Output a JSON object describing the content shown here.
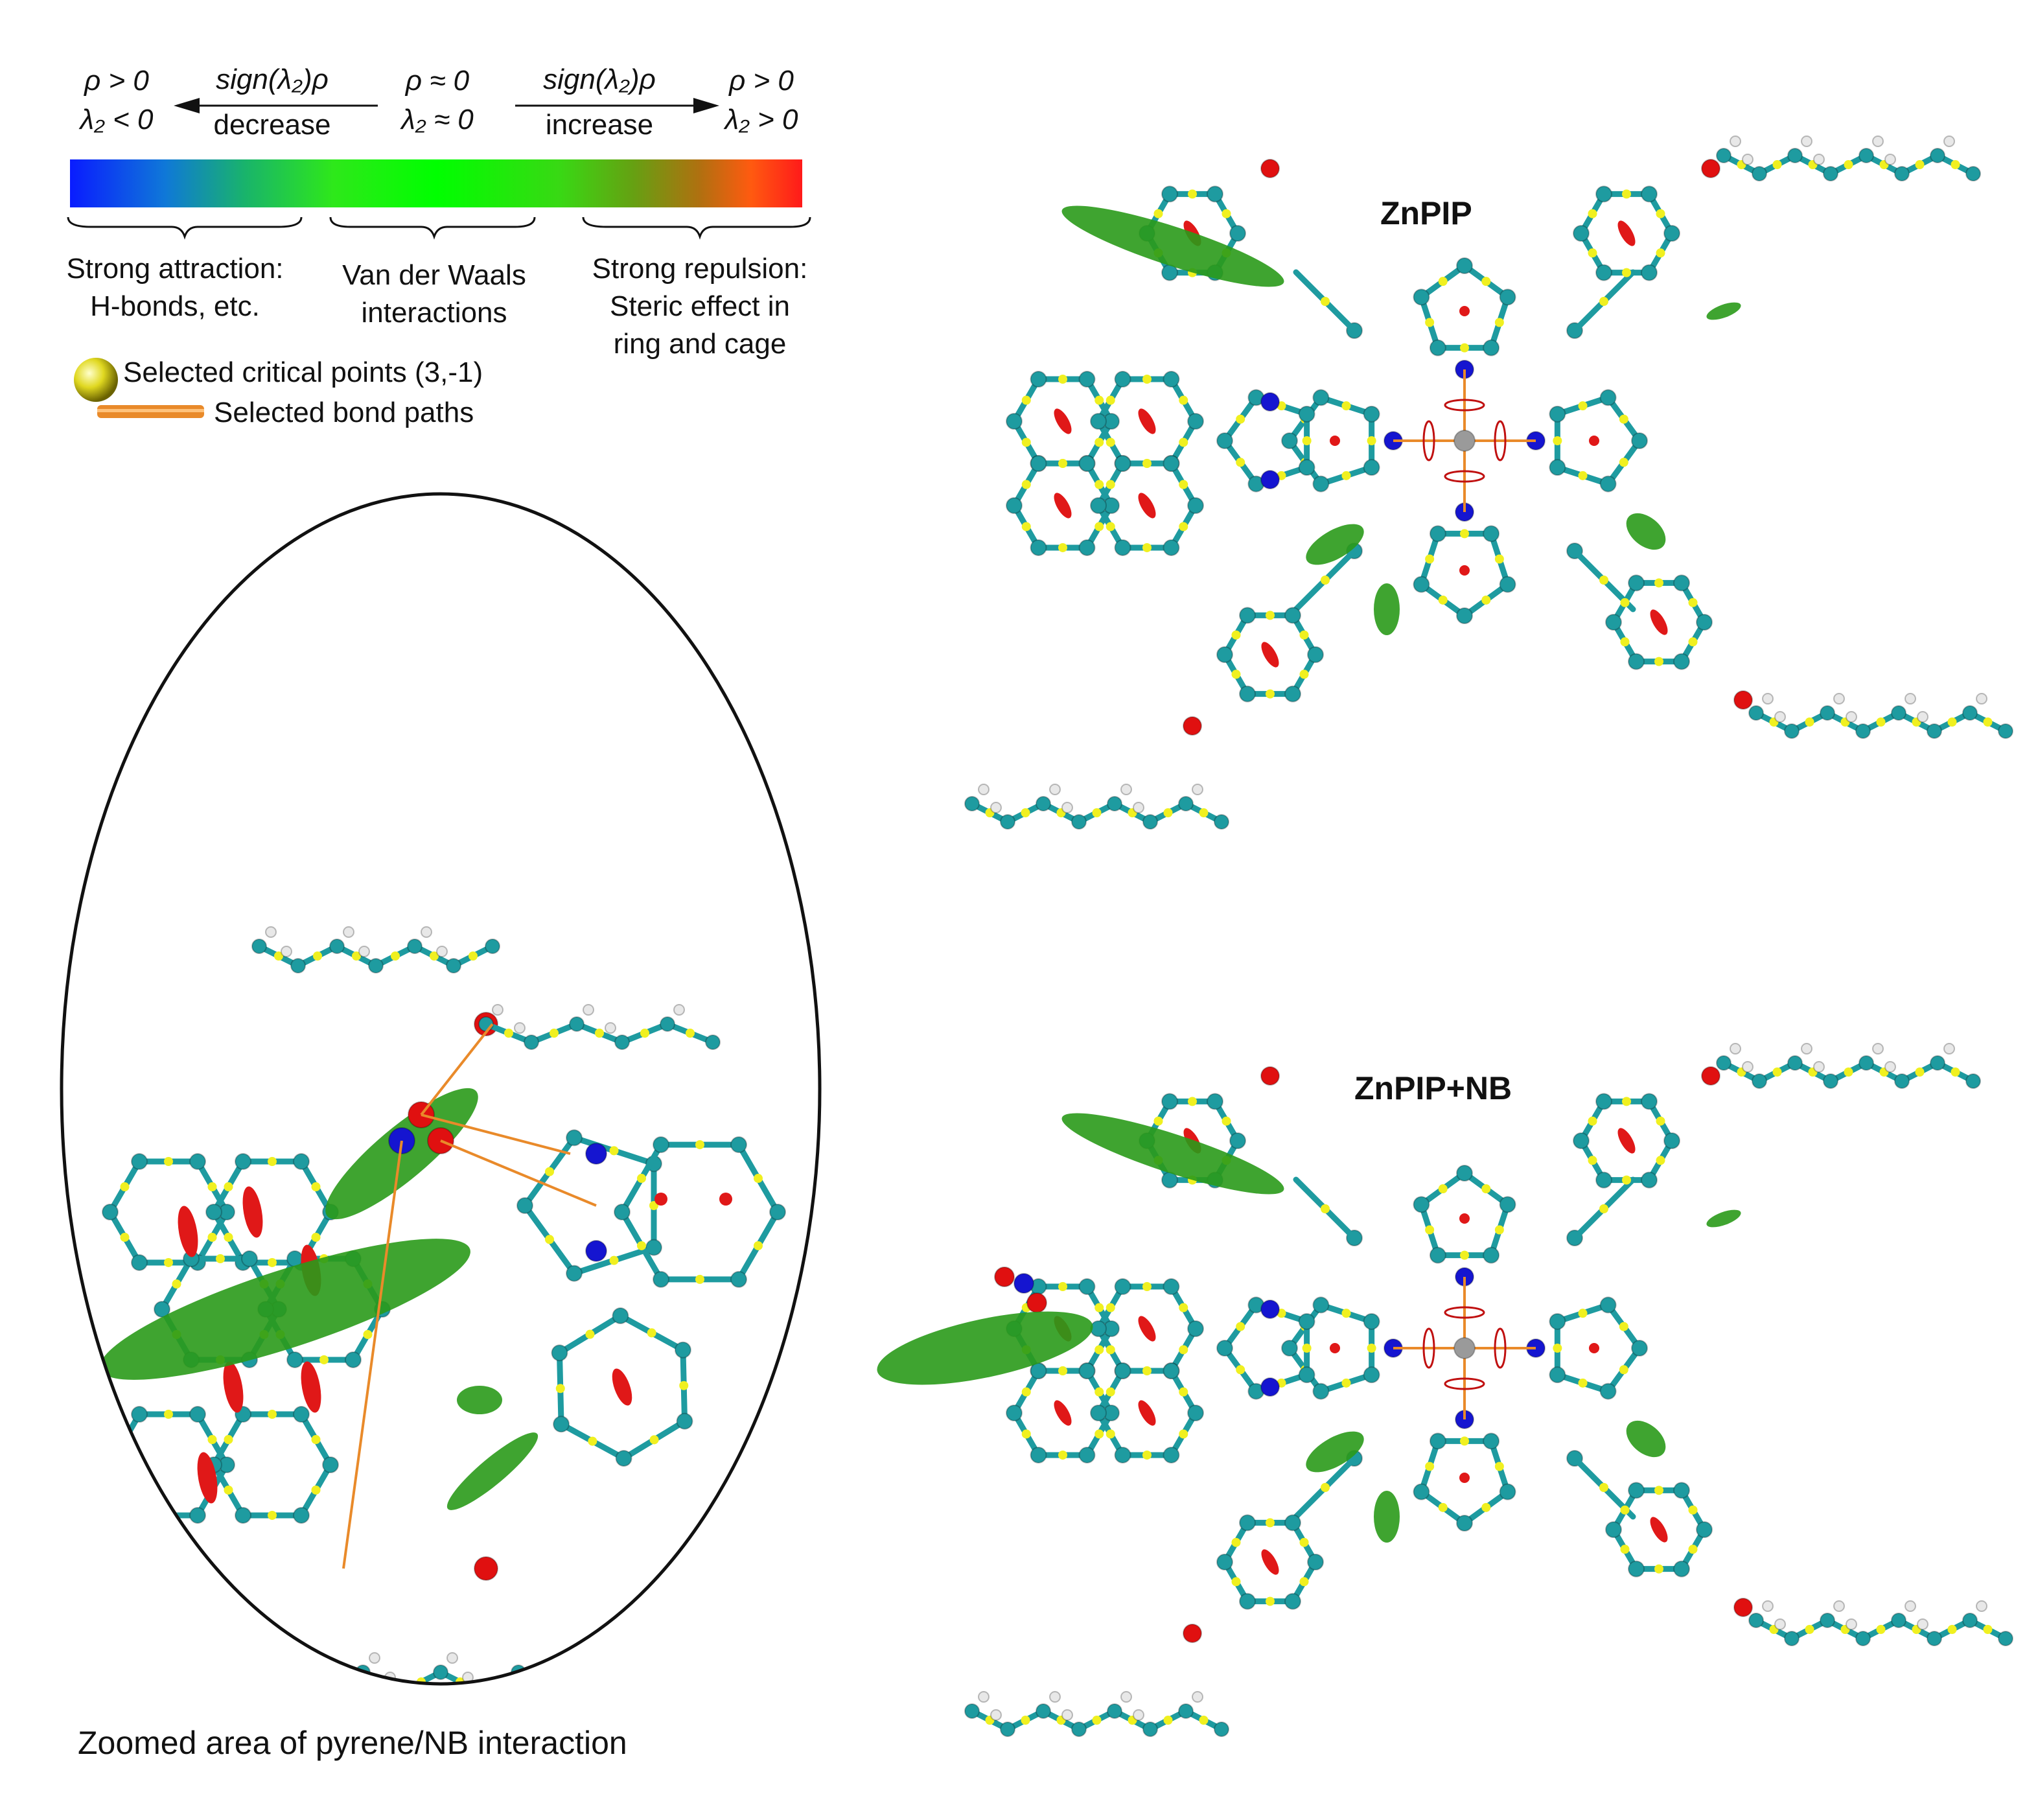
{
  "legend": {
    "left_top": "ρ > 0",
    "left_bottom": "λ₂ < 0",
    "mid_top": "ρ ≈ 0",
    "mid_bottom": "λ₂ ≈ 0",
    "right_top": "ρ > 0",
    "right_bottom": "λ₂ > 0",
    "arrow_left_label": "sign(λ₂)ρ",
    "arrow_left_sub": "decrease",
    "arrow_right_label": "sign(λ₂)ρ",
    "arrow_right_sub": "increase",
    "colors": [
      "#0a1cff",
      "#19b46a",
      "#00ff00",
      "#66a012",
      "#ff1a1a"
    ],
    "region1_line1": "Strong attraction:",
    "region1_line2": "H-bonds, etc.",
    "region2_line1": "Van der Waals",
    "region2_line2": "interactions",
    "region3_line1": "Strong repulsion:",
    "region3_line2": "Steric effect in",
    "region3_line3": "ring and cage",
    "critical_points": "Selected critical points (3,-1)",
    "bond_paths": "Selected bond paths"
  },
  "panels": {
    "top_title": "ZnPIP",
    "bottom_title": "ZnPIP+NB",
    "caption": "Zoomed area of pyrene/NB interaction"
  },
  "atom_colors": {
    "carbon": "#1e9ba0",
    "nitrogen": "#1515d0",
    "oxygen": "#e01010",
    "zinc": "#9a9a9a",
    "hydrogen": "#e8e8e8",
    "critical_point": "#f0f020",
    "bond_path": "#e98a2a"
  }
}
